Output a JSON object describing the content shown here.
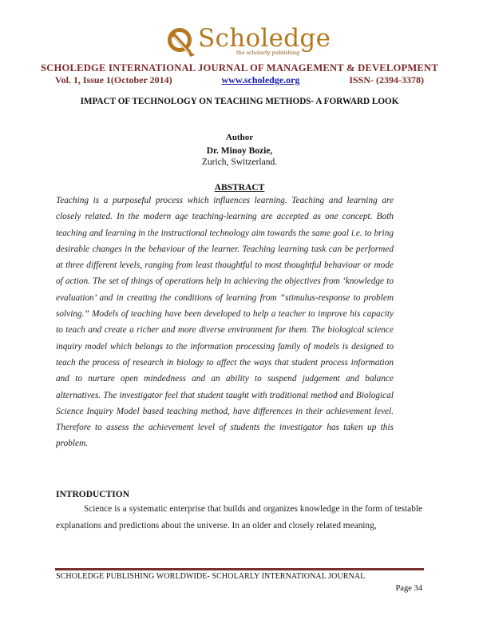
{
  "header": {
    "logo": {
      "icon": "scholedge-logo-icon",
      "wordmark": "Scholedge",
      "tagline": "the scholarly publishing",
      "brand_color": "#b5781e"
    },
    "journal_title": "SCHOLEDGE INTERNATIONAL JOURNAL OF MANAGEMENT & DEVELOPMENT",
    "volume_issue": "Vol. 1, Issue 1(October  2014)",
    "website": "www.scholedge.org",
    "issn": "ISSN- (2394-3378)",
    "accent_color": "#7b2a2a",
    "link_color": "#1a1ab4"
  },
  "article": {
    "title": "IMPACT OF TECHNOLOGY ON TEACHING METHODS- A FORWARD LOOK",
    "author_label": "Author",
    "author_name": "Dr. Minoy Bozie,",
    "author_location": "Zurich, Switzerland.",
    "abstract_heading": "ABSTRACT",
    "abstract_text": "Teaching is a purposeful process which influences learning. Teaching and learning are closely related. In the modern age teaching-learning are accepted as one concept. Both teaching and learning in the instructional technology aim towards the same goal i.e. to bring desirable changes in the behaviour of the learner. Teaching learning task can be performed at three different levels, ranging from least thoughtful to most thoughtful behaviour or mode of action. The set of things of operations help in achieving the objectives from ‘knowledge to evaluation’ and in creating the conditions of learning from “stimulus-response to problem solving.” Models of teaching have been developed to help a teacher to improve his capacity to teach and create a richer and more diverse environment for them. The biological science inquiry model which belongs to the information processing family of models is designed to teach the process of research in biology to affect the ways that student process information and to nurture open mindedness and an ability to suspend judgement and balance alternatives. The investigator feel that student taught with traditional method and Biological Science Inquiry Model based teaching method, have differences in their achievement level. Therefore to assess the achievement level of students the investigator has taken up this problem.",
    "intro_heading": "INTRODUCTION",
    "intro_text": "Science is a systematic enterprise that builds and organizes knowledge in the form of testable explanations and predictions about the universe. In an older and closely related meaning,"
  },
  "footer": {
    "publisher_line": "SCHOLEDGE PUBLISHING WORLDWIDE- SCHOLARLY INTERNATIONAL JOURNAL",
    "page_label": "Page 34",
    "rule_color": "#7a3030"
  }
}
